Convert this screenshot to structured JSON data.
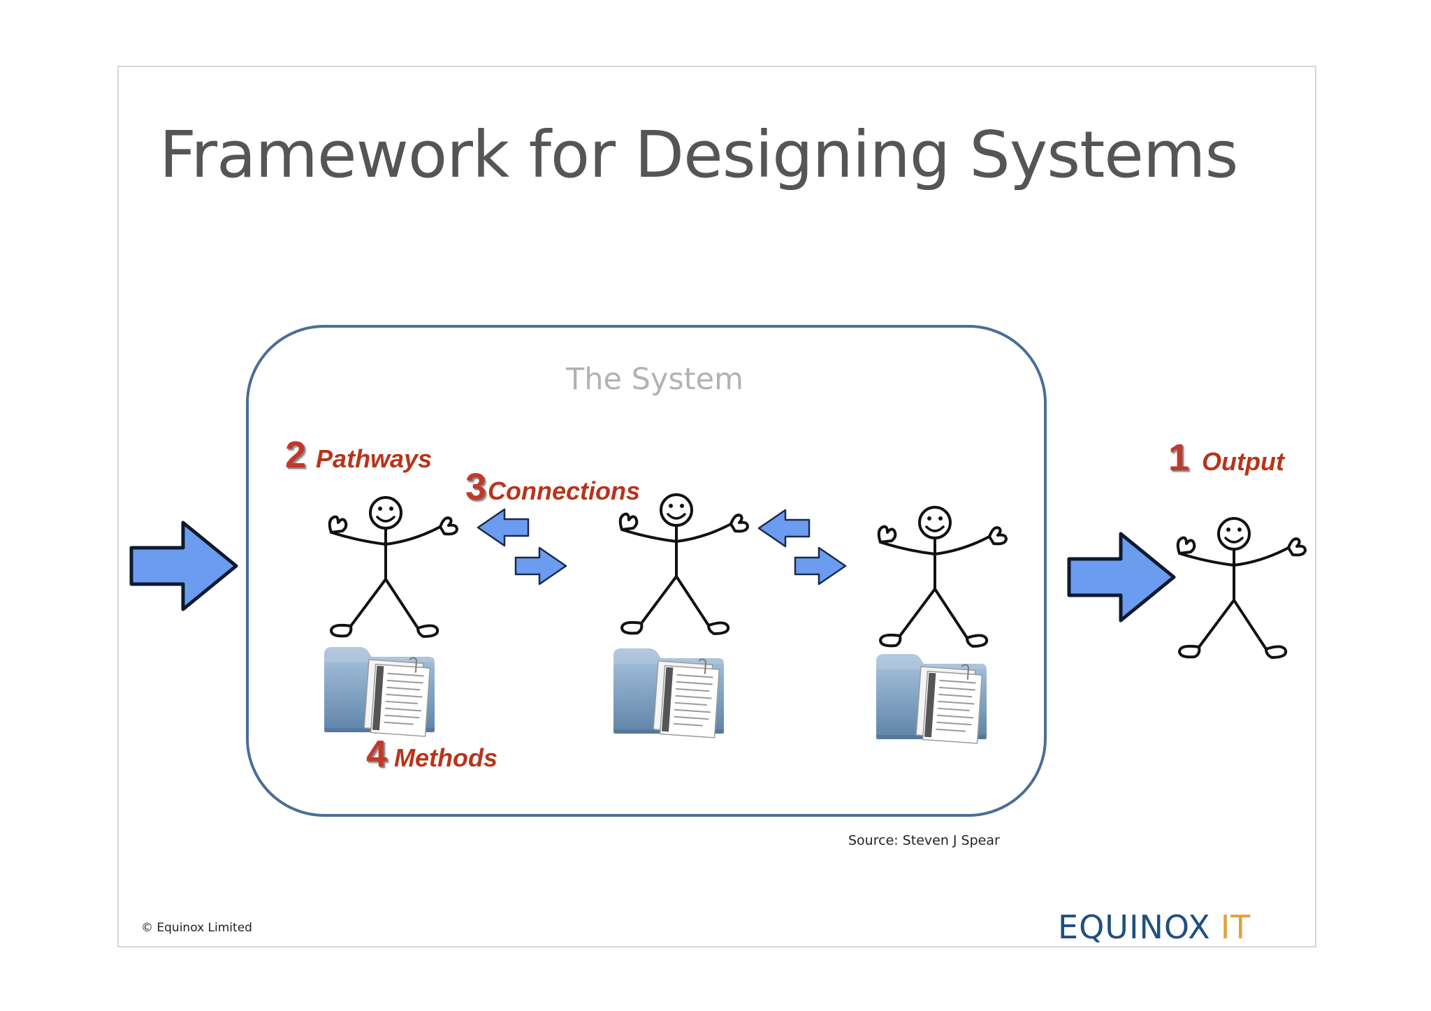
{
  "slide": {
    "title": "Framework for Designing Systems",
    "system_label": "The System",
    "source": "Source: Steven J Spear",
    "copyright": "© Equinox Limited"
  },
  "callouts": {
    "pathways": {
      "number": "2",
      "label": "Pathways"
    },
    "connections": {
      "number": "3",
      "label": "Connections"
    },
    "output": {
      "number": "1",
      "label": "Output"
    },
    "methods": {
      "number": "4",
      "label": "Methods"
    }
  },
  "logo": {
    "brand": "EQUINOX",
    "suffix": "IT"
  },
  "colors": {
    "title": "#555555",
    "system_border": "#4a6e96",
    "callout_number": "#c0392b",
    "callout_label": "#b8341b",
    "arrow_fill": "#6b9cf0",
    "folder": "#7fa3c4",
    "logo_brand": "#1e4f80",
    "logo_suffix": "#e1a23a"
  },
  "icons": [
    "input-arrow-icon",
    "output-arrow-icon",
    "connection-arrows-icon",
    "stick-figure-icon",
    "document-folder-icon"
  ]
}
